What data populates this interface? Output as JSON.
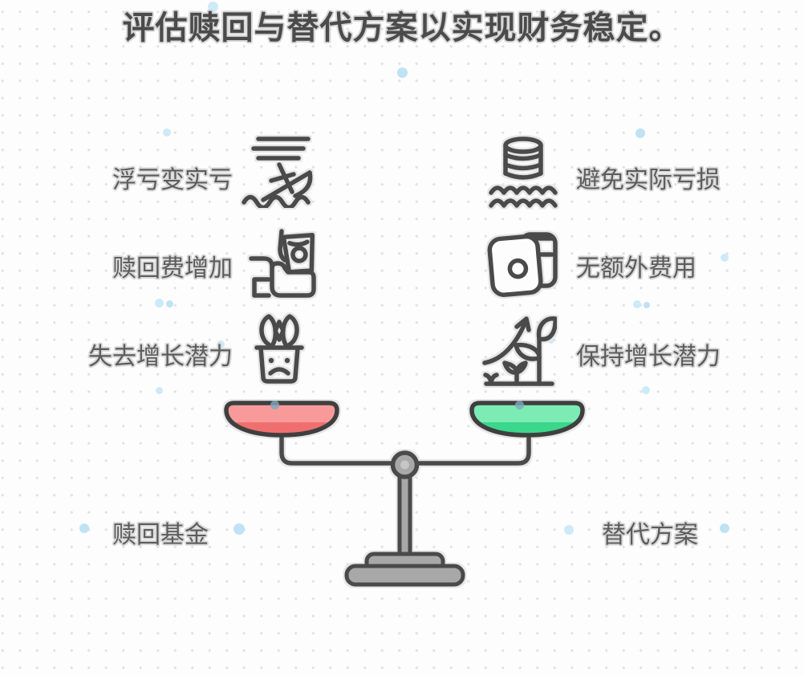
{
  "title": "评估赎回与替代方案以实现财务稳定。",
  "left_column": {
    "label": "赎回基金",
    "items": [
      {
        "text": "浮亏变实亏",
        "icon": "sinking-boat-icon"
      },
      {
        "text": "赎回费增加",
        "icon": "redemption-fee-icon"
      },
      {
        "text": "失去增长潜力",
        "icon": "sad-plant-icon"
      }
    ]
  },
  "right_column": {
    "label": "替代方案",
    "items": [
      {
        "text": "避免实际亏损",
        "icon": "coins-waves-icon"
      },
      {
        "text": "无额外费用",
        "icon": "wallet-icon"
      },
      {
        "text": "保持增长潜力",
        "icon": "growth-plant-icon"
      }
    ]
  },
  "colors": {
    "ink": "#4a4a4a",
    "text": "#5c5c5c",
    "halo": "#e6e6e6",
    "red_pan": "#ef6f6f",
    "red_pan_light": "#f99a9a",
    "green_pan": "#3bd78a",
    "green_pan_light": "#7cebb4",
    "metal": "#a8a8a8",
    "metal_light": "#c6c6c6",
    "accent_dot": "#cdeaf8"
  }
}
